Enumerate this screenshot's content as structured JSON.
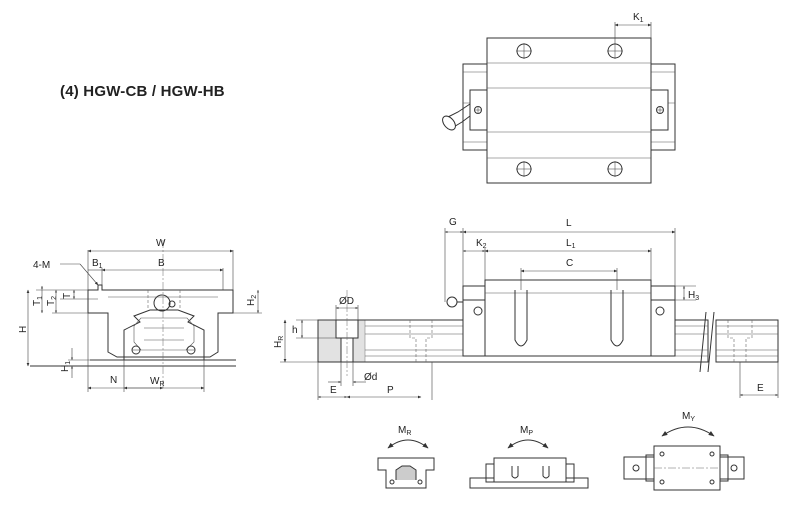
{
  "title": "(4) HGW-CB / HGW-HB",
  "labels": {
    "K1": {
      "main": "K",
      "sub": "1"
    },
    "W": {
      "main": "W",
      "sub": ""
    },
    "B": {
      "main": "B",
      "sub": ""
    },
    "B1": {
      "main": "B",
      "sub": "1"
    },
    "4M": {
      "main": "4-M",
      "sub": ""
    },
    "T1": {
      "main": "T",
      "sub": "1"
    },
    "T2": {
      "main": "T",
      "sub": "2"
    },
    "T": {
      "main": "T",
      "sub": ""
    },
    "H": {
      "main": "H",
      "sub": ""
    },
    "H1": {
      "main": "H",
      "sub": "1"
    },
    "H2": {
      "main": "H",
      "sub": "2"
    },
    "N": {
      "main": "N",
      "sub": ""
    },
    "WR": {
      "main": "W",
      "sub": "R"
    },
    "G": {
      "main": "G",
      "sub": ""
    },
    "L": {
      "main": "L",
      "sub": ""
    },
    "K2": {
      "main": "K",
      "sub": "2"
    },
    "L1": {
      "main": "L",
      "sub": "1"
    },
    "C": {
      "main": "C",
      "sub": ""
    },
    "H3": {
      "main": "H",
      "sub": "3"
    },
    "OD": {
      "main": "ØD",
      "sub": ""
    },
    "h": {
      "main": "h",
      "sub": ""
    },
    "HR": {
      "main": "H",
      "sub": "R"
    },
    "Od": {
      "main": "Ød",
      "sub": ""
    },
    "E1": {
      "main": "E",
      "sub": ""
    },
    "P": {
      "main": "P",
      "sub": ""
    },
    "E2": {
      "main": "E",
      "sub": ""
    },
    "MR": {
      "main": "M",
      "sub": "R"
    },
    "MP": {
      "main": "M",
      "sub": "P"
    },
    "MY": {
      "main": "M",
      "sub": "Y"
    }
  }
}
